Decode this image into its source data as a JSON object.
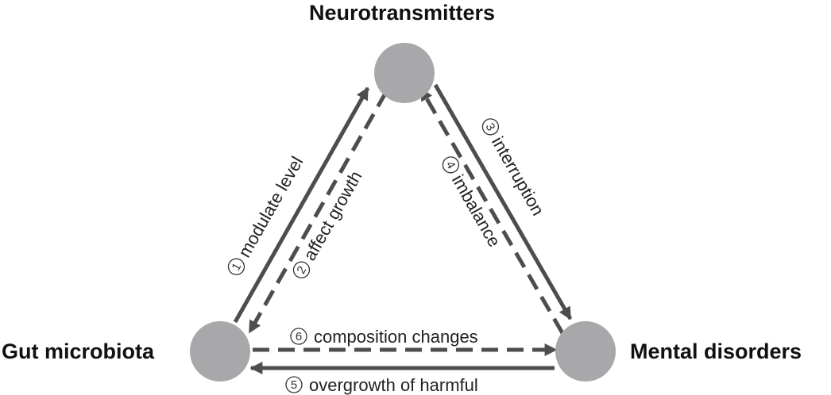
{
  "colors": {
    "node_fill": "#a8a8aa",
    "edge": "#4d4d4f",
    "text": "#111111"
  },
  "nodes": {
    "neurotransmitters": {
      "label": "Neurotransmitters"
    },
    "gut_microbiota": {
      "label": "Gut microbiota"
    },
    "mental_disorders": {
      "label": "Mental disorders"
    }
  },
  "edges": {
    "e1": {
      "number": "1",
      "label": "modulate level",
      "style": "solid"
    },
    "e2": {
      "number": "2",
      "label": "affect growth",
      "style": "dashed"
    },
    "e3": {
      "number": "3",
      "label": "interruption",
      "style": "solid"
    },
    "e4": {
      "number": "4",
      "label": "imbalance",
      "style": "dashed"
    },
    "e5": {
      "number": "5",
      "label": "overgrowth of harmful",
      "style": "solid"
    },
    "e6": {
      "number": "6",
      "label": "composition changes",
      "style": "dashed"
    }
  }
}
